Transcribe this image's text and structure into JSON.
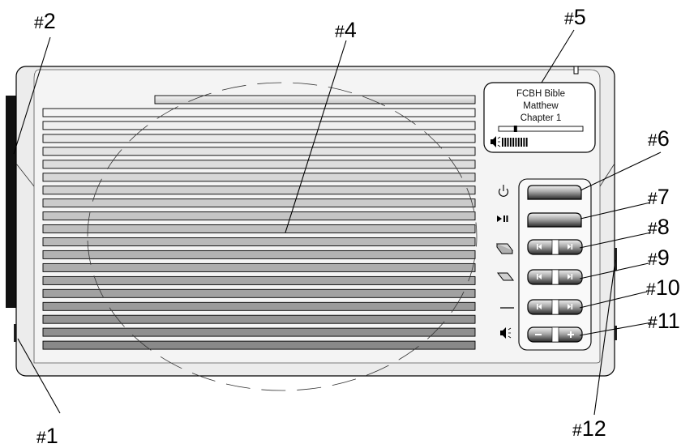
{
  "callouts": [
    {
      "id": "1",
      "label": "1"
    },
    {
      "id": "2",
      "label": "2"
    },
    {
      "id": "4",
      "label": "4"
    },
    {
      "id": "5",
      "label": "5"
    },
    {
      "id": "6",
      "label": "6"
    },
    {
      "id": "7",
      "label": "7"
    },
    {
      "id": "8",
      "label": "8"
    },
    {
      "id": "9",
      "label": "9"
    },
    {
      "id": "10",
      "label": "10"
    },
    {
      "id": "11",
      "label": "11"
    },
    {
      "id": "12",
      "label": "12"
    }
  ],
  "callout_prefix": "#",
  "display": {
    "line1": "FCBH Bible",
    "line2": "Matthew",
    "line3": "Chapter 1",
    "progress": 0.2,
    "volume_bars": 10
  },
  "icons": {
    "power": "power-icon",
    "play_pause": "play-pause-icon",
    "book": "book-icon",
    "chapter": "chapter-icon",
    "verse": "dash-icon",
    "volume": "speaker-icon"
  },
  "colors": {
    "body": "#ececec",
    "panel": "#f6f6f6",
    "stroke": "#000000",
    "button_dark": "#3a3a3a"
  }
}
